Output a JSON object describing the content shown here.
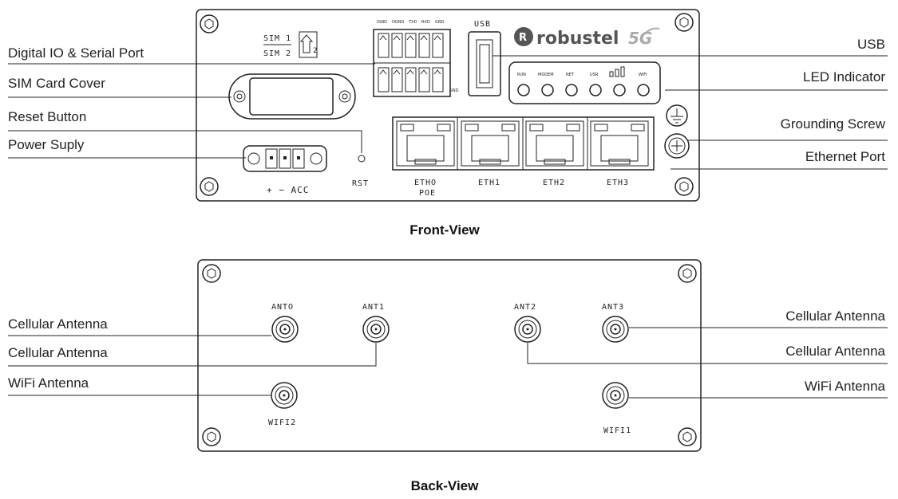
{
  "front": {
    "caption": "Front-View",
    "labels": {
      "digital_io": "Digital IO & Serial Port",
      "sim_cover": "SIM Card Cover",
      "reset": "Reset Button",
      "power": "Power Suply",
      "usb": "USB",
      "led": "LED Indicator",
      "grounding": "Grounding Screw",
      "ethernet": "Ethernet Port"
    },
    "panel_text": {
      "sim1": "SIM 1",
      "sim2": "SIM 2",
      "usb": "USB",
      "rst": "RST",
      "acc": "+ − ACC",
      "eth0": "ETHO",
      "poe": "POE",
      "eth1": "ETH1",
      "eth2": "ETH2",
      "eth3": "ETH3",
      "brand": "robustel",
      "brand_5g": "5G",
      "io_pins": [
        "IGND",
        "OGND",
        "TXD",
        "RXD",
        "GND"
      ],
      "io_pins_bottom": "GND",
      "leds": [
        "RUN",
        "MODEM",
        "NET",
        "USR",
        "",
        "WIFI"
      ]
    }
  },
  "back": {
    "caption": "Back-View",
    "labels": {
      "left_ant0": "Cellular Antenna",
      "left_ant1": "Cellular Antenna",
      "left_wifi": "WiFi Antenna",
      "right_ant3": "Cellular Antenna",
      "right_ant2": "Cellular Antenna",
      "right_wifi": "WiFi Antenna"
    },
    "panel_text": {
      "ant0": "ANTO",
      "ant1": "ANT1",
      "ant2": "ANT2",
      "ant3": "ANT3",
      "wifi2": "WIFI2",
      "wifi1": "WIFI1"
    }
  }
}
